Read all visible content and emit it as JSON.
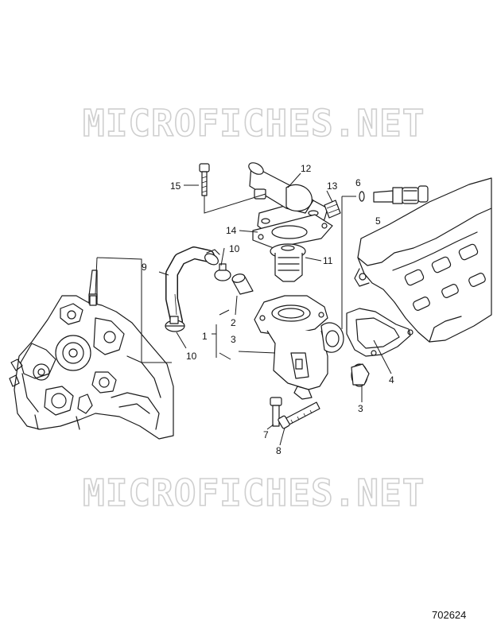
{
  "watermark": {
    "text": "MICROFICHES.NET"
  },
  "figure_number": "702624",
  "callouts": {
    "c1": "1",
    "c2": "2",
    "c3a": "3",
    "c3b": "3",
    "c4": "4",
    "c5": "5",
    "c6": "6",
    "c7": "7",
    "c8": "8",
    "c9": "9",
    "c10a": "10",
    "c10b": "10",
    "c11": "11",
    "c12": "12",
    "c13": "13",
    "c14": "14",
    "c15": "15"
  }
}
